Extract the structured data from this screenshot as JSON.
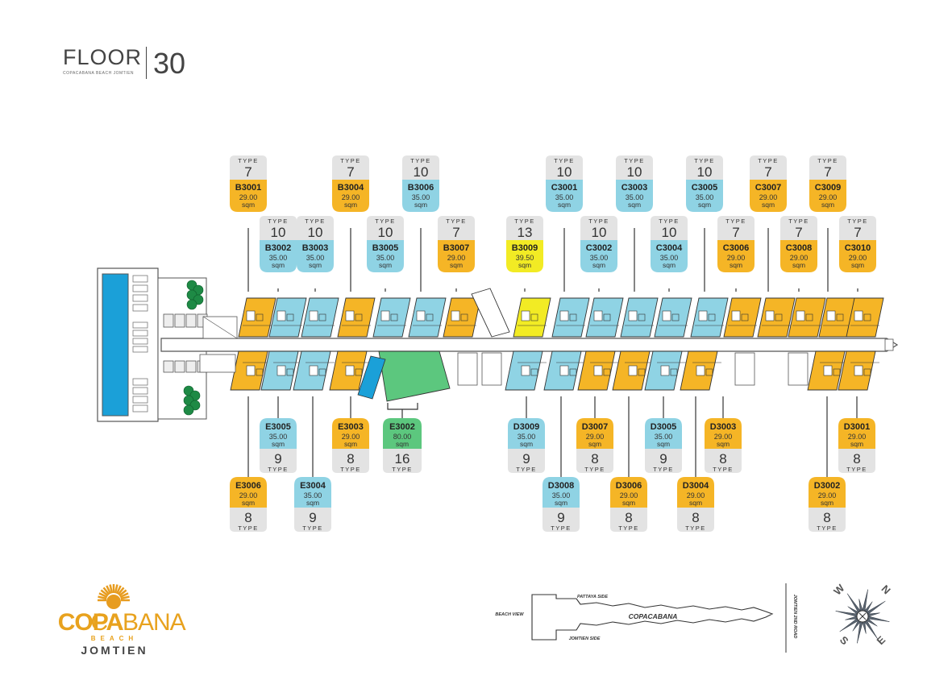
{
  "header": {
    "floor_word": "FLOOR",
    "floor_number": "30",
    "subtitle": "COPACABANA BEACH JOMTIEN"
  },
  "colors": {
    "type7_8": "#F5B526",
    "type9_10": "#8FD3E4",
    "type13": "#F2EB24",
    "type16": "#5CC77E",
    "type_box": "#E3E3E3",
    "pool": "#1BA0D8"
  },
  "type_word": "TYPE",
  "area_unit": "sqm",
  "units_top": [
    {
      "unit": "B3001",
      "area": "29.00",
      "type": "7",
      "color": "type7_8"
    },
    {
      "unit": "B3002",
      "area": "35.00",
      "type": "10",
      "color": "type9_10"
    },
    {
      "unit": "B3003",
      "area": "35.00",
      "type": "10",
      "color": "type9_10"
    },
    {
      "unit": "B3004",
      "area": "29.00",
      "type": "7",
      "color": "type7_8"
    },
    {
      "unit": "B3005",
      "area": "35.00",
      "type": "10",
      "color": "type9_10"
    },
    {
      "unit": "B3006",
      "area": "35.00",
      "type": "10",
      "color": "type9_10"
    },
    {
      "unit": "B3007",
      "area": "29.00",
      "type": "7",
      "color": "type7_8"
    },
    {
      "unit": "B3009",
      "area": "39.50",
      "type": "13",
      "color": "type13"
    },
    {
      "unit": "C3001",
      "area": "35.00",
      "type": "10",
      "color": "type9_10"
    },
    {
      "unit": "C3002",
      "area": "35.00",
      "type": "10",
      "color": "type9_10"
    },
    {
      "unit": "C3003",
      "area": "35.00",
      "type": "10",
      "color": "type9_10"
    },
    {
      "unit": "C3004",
      "area": "35.00",
      "type": "10",
      "color": "type9_10"
    },
    {
      "unit": "C3005",
      "area": "35.00",
      "type": "10",
      "color": "type9_10"
    },
    {
      "unit": "C3006",
      "area": "29.00",
      "type": "7",
      "color": "type7_8"
    },
    {
      "unit": "C3007",
      "area": "29.00",
      "type": "7",
      "color": "type7_8"
    },
    {
      "unit": "C3008",
      "area": "29.00",
      "type": "7",
      "color": "type7_8"
    },
    {
      "unit": "C3009",
      "area": "29.00",
      "type": "7",
      "color": "type7_8"
    },
    {
      "unit": "C3010",
      "area": "29.00",
      "type": "7",
      "color": "type7_8"
    }
  ],
  "units_bottom": [
    {
      "unit": "E3006",
      "area": "29.00",
      "type": "8",
      "color": "type7_8"
    },
    {
      "unit": "E3005",
      "area": "35.00",
      "type": "9",
      "color": "type9_10"
    },
    {
      "unit": "E3004",
      "area": "35.00",
      "type": "9",
      "color": "type9_10"
    },
    {
      "unit": "E3003",
      "area": "29.00",
      "type": "8",
      "color": "type7_8"
    },
    {
      "unit": "E3002",
      "area": "80.00",
      "type": "16",
      "color": "type16"
    },
    {
      "unit": "D3009",
      "area": "35.00",
      "type": "9",
      "color": "type9_10"
    },
    {
      "unit": "D3008",
      "area": "35.00",
      "type": "9",
      "color": "type9_10"
    },
    {
      "unit": "D3007",
      "area": "29.00",
      "type": "8",
      "color": "type7_8"
    },
    {
      "unit": "D3006",
      "area": "29.00",
      "type": "8",
      "color": "type7_8"
    },
    {
      "unit": "D3005",
      "area": "35.00",
      "type": "9",
      "color": "type9_10"
    },
    {
      "unit": "D3004",
      "area": "29.00",
      "type": "8",
      "color": "type7_8"
    },
    {
      "unit": "D3003",
      "area": "29.00",
      "type": "8",
      "color": "type7_8"
    },
    {
      "unit": "D3002",
      "area": "29.00",
      "type": "8",
      "color": "type7_8"
    },
    {
      "unit": "D3001",
      "area": "29.00",
      "type": "8",
      "color": "type7_8"
    }
  ],
  "logo": {
    "part1": "COPA",
    "part2": "CABANA",
    "beach": "BEACH",
    "jomtien": "JOMTIEN"
  },
  "keymap": {
    "pattaya_side": "PATTAYA SIDE",
    "beach_view": "BEACH VIEW",
    "name": "COPACABANA",
    "jomtien_side": "JOMTIEN SIDE",
    "road": "JOMTIEN 2ND ROAD"
  },
  "compass": {
    "letters": [
      "W",
      "N",
      "S",
      "E"
    ]
  }
}
